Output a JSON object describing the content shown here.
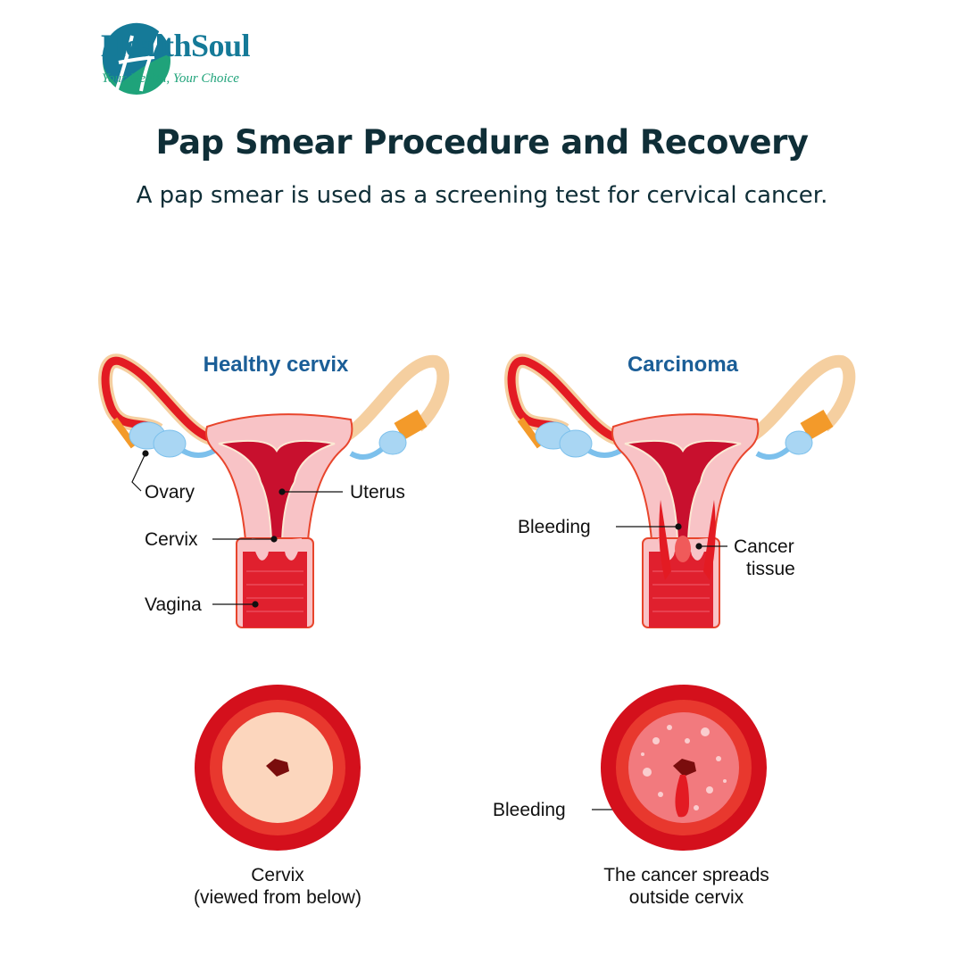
{
  "logo": {
    "brand": "HealthSoul",
    "tagline": "Your Health, Your Choice",
    "letter": "H"
  },
  "header": {
    "title": "Pap Smear Procedure and Recovery",
    "subtitle": "A pap smear is used as a screening test for cervical cancer."
  },
  "healthy": {
    "heading": "Healthy cervix",
    "labels": {
      "ovary": "Ovary",
      "uterus": "Uterus",
      "cervix": "Cervix",
      "vagina": "Vagina"
    },
    "caption_line1": "Cervix",
    "caption_line2": "(viewed from below)"
  },
  "carcinoma": {
    "heading": "Carcinoma",
    "labels": {
      "bleeding": "Bleeding",
      "cancer_line1": "Cancer",
      "cancer_line2": "tissue",
      "bleeding_bottom": "Bleeding"
    },
    "caption_line1": "The cancer spreads",
    "caption_line2": "outside cervix"
  },
  "colors": {
    "brand": "#157a98",
    "heading": "#1b5e97",
    "red": "#e31b23",
    "pink": "#f8c3c6"
  }
}
